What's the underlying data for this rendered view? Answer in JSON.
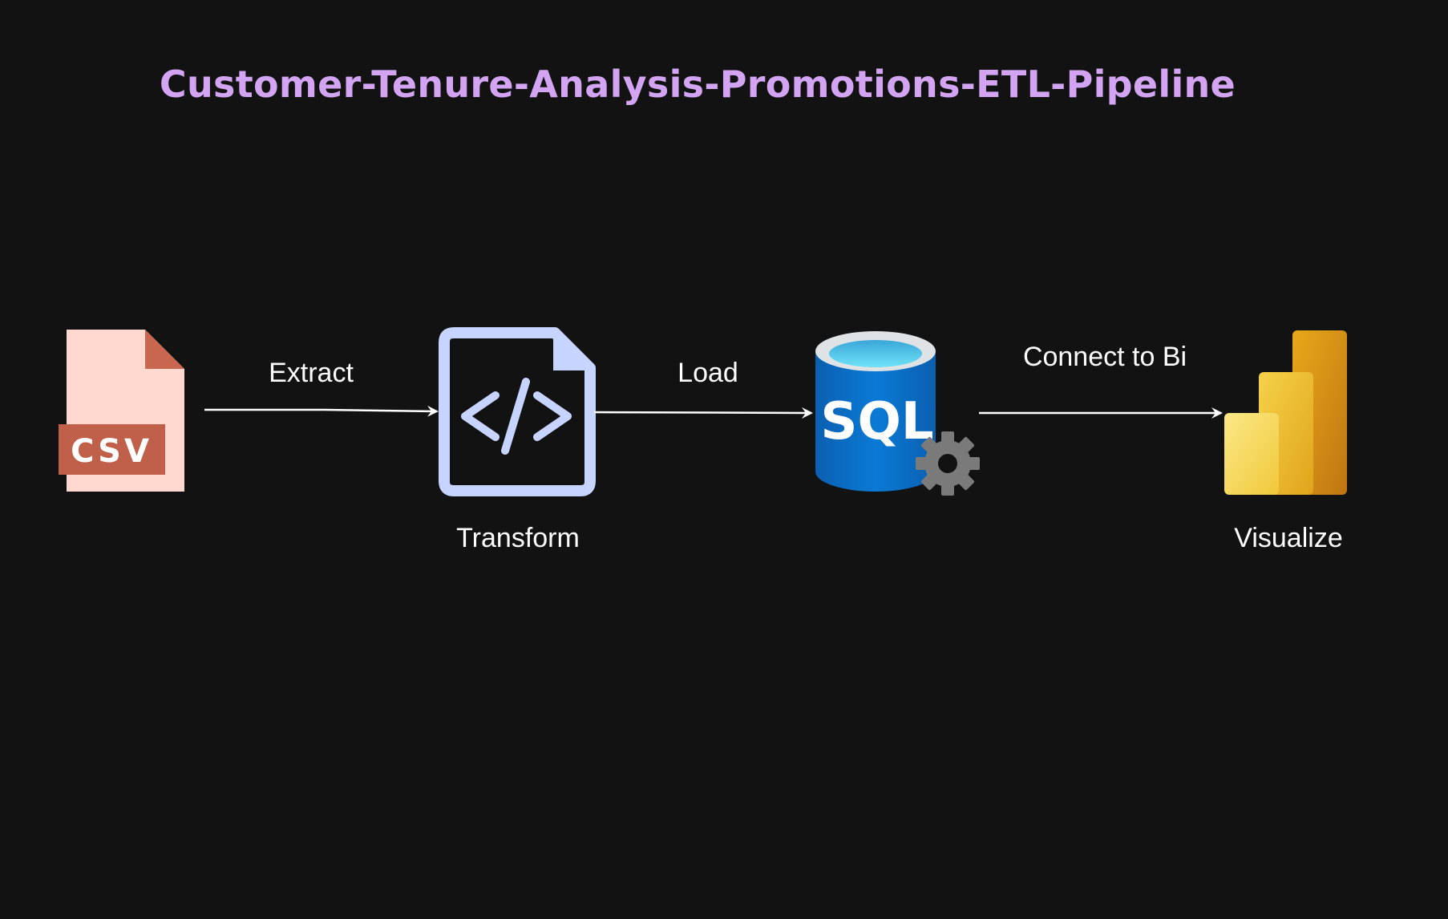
{
  "title": "Customer-Tenure-Analysis-Promotions-ETL-Pipeline",
  "nodes": {
    "source": {
      "icon": "csv-file-icon",
      "badge_text": "CSV"
    },
    "transform": {
      "icon": "code-file-icon",
      "code_glyph": "</>",
      "label": "Transform"
    },
    "database": {
      "icon": "sql-database-icon",
      "badge_text": "SQL"
    },
    "visualize": {
      "icon": "power-bi-icon",
      "label": "Visualize"
    }
  },
  "edges": [
    {
      "from": "source",
      "to": "transform",
      "label": "Extract"
    },
    {
      "from": "transform",
      "to": "database",
      "label": "Load"
    },
    {
      "from": "database",
      "to": "visualize",
      "label": "Connect to Bi"
    }
  ],
  "colors": {
    "background": "#121212",
    "title": "#d3a4f2",
    "csv_page": "#ffd9d0",
    "csv_badge": "#c0604a",
    "code_icon": "#c6d4ff",
    "sql_blue": "#0a6fc7",
    "sql_top": "#5ad3f0",
    "gear": "#7a7a7a",
    "bi_yellow": "#f2c811",
    "arrow": "#ffffff"
  }
}
